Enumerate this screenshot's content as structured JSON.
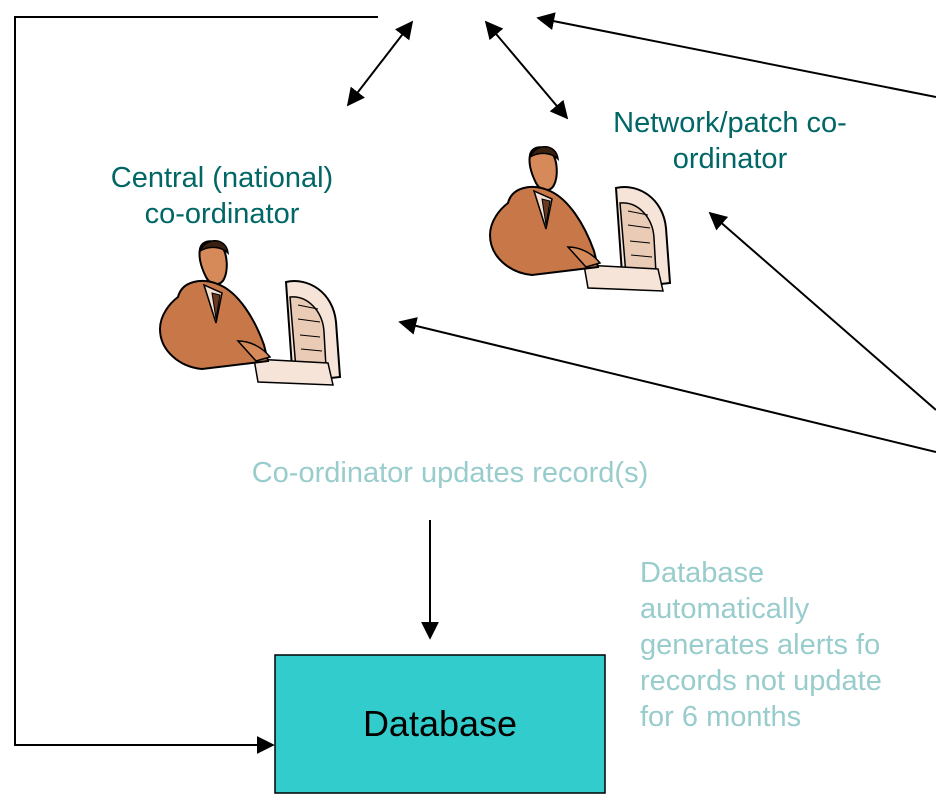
{
  "diagram": {
    "central_coordinator_label": [
      "Central (national)",
      "co-ordinator"
    ],
    "network_coordinator_label": [
      "Network/patch co-",
      "ordinator"
    ],
    "update_label": "Co-ordinator updates record(s)",
    "alert_label": [
      "Database",
      "automatically",
      "generates alerts fo",
      "records not update",
      "for 6 months"
    ],
    "database_label": "Database",
    "colors": {
      "dark_teal": "#006666",
      "light_teal": "#99cccc",
      "database_fill": "#33cccc",
      "arrow": "#000000"
    },
    "icons": [
      "person-at-computer-icon",
      "person-at-computer-icon"
    ]
  }
}
